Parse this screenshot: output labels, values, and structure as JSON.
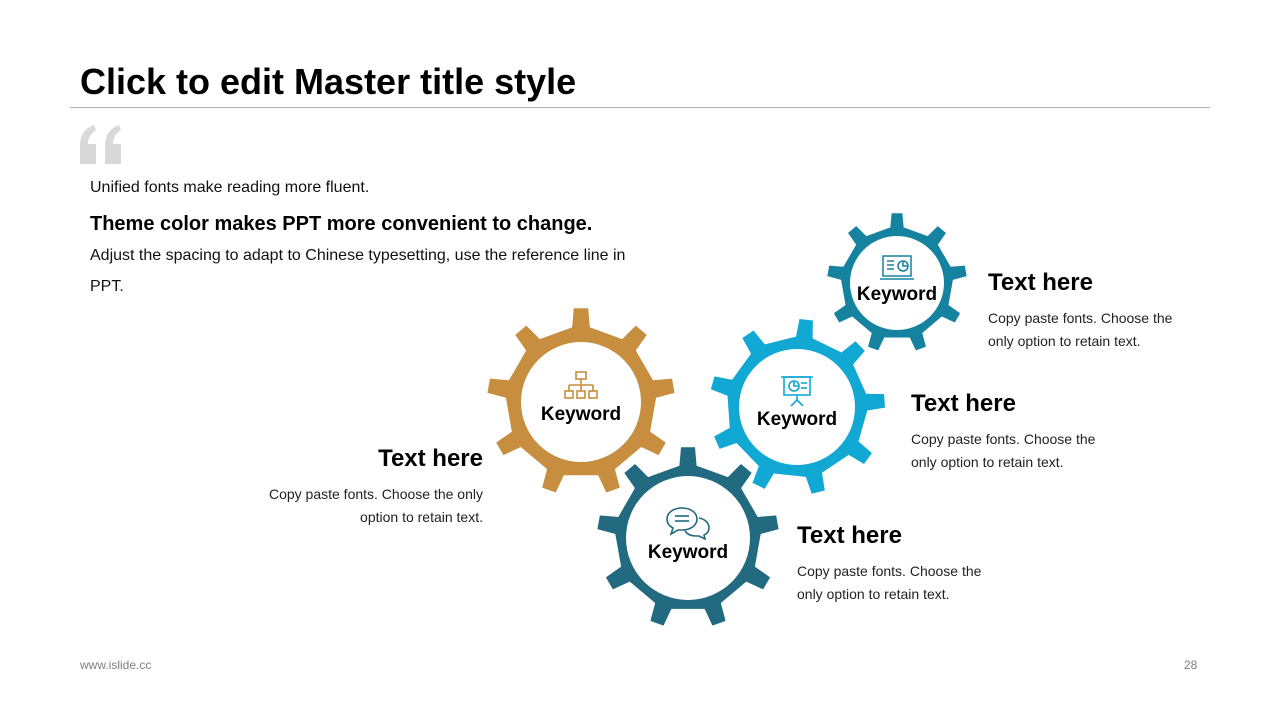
{
  "slide": {
    "title": "Click to edit Master title style",
    "footer_url": "www.islide.cc",
    "page_number": "28"
  },
  "intro": {
    "line1": "Unified fonts make reading more fluent.",
    "line2": "Theme color makes PPT more convenient to change.",
    "line3": "Adjust the spacing to adapt to Chinese typesetting, use the reference line in PPT."
  },
  "gears": [
    {
      "label": "Keyword",
      "icon": "org-chart-icon",
      "color": "#C68E3E"
    },
    {
      "label": "Keyword",
      "icon": "presentation-board-icon",
      "color": "#12A8D4"
    },
    {
      "label": "Keyword",
      "icon": "dashboard-chart-icon",
      "color": "#1582A0"
    },
    {
      "label": "Keyword",
      "icon": "chat-bubbles-icon",
      "color": "#216A80"
    }
  ],
  "callouts": [
    {
      "heading": "Text here",
      "body": "Copy paste fonts. Choose the only option to retain text."
    },
    {
      "heading": "Text here",
      "body": "Copy paste fonts. Choose the only option to retain text."
    },
    {
      "heading": "Text here",
      "body": "Copy paste fonts. Choose the only option to retain text."
    },
    {
      "heading": "Text here",
      "body": "Copy paste fonts. Choose the only option to retain text."
    }
  ],
  "colors": {
    "quote_mark": "#D9D9D9",
    "title_rule": "#B3B3B3",
    "footer_text": "#7F7F7F"
  }
}
